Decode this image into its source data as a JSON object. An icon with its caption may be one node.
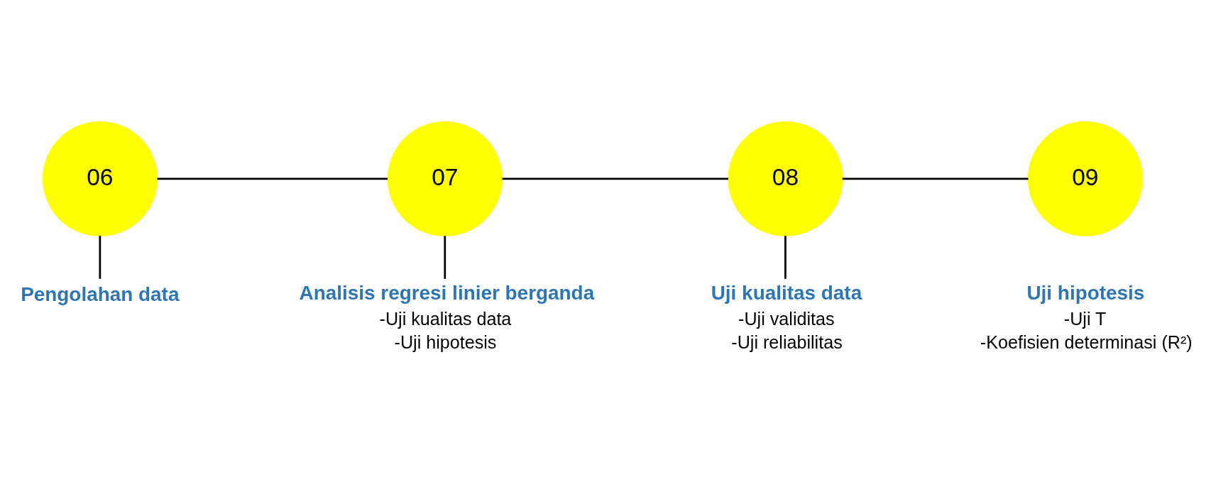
{
  "diagram": {
    "nodes": [
      {
        "text": [
          "06"
        ]
      },
      {
        "text": [
          "07"
        ]
      },
      {
        "text": [
          "08"
        ]
      },
      {
        "text": [
          "09"
        ],
        "beside": [
          "Uji hipotesis",
          "-Uji T",
          "-Koefisien determinasi (R²)"
        ]
      },
      {
        "text": [
          "Pengolahan data"
        ]
      },
      {
        "text": [
          "Analisis regresi linier berganda",
          "-Uji kualitas data",
          "-Uji hipotesis"
        ]
      },
      {
        "text": [
          "Uji kualitas data",
          "-Uji validitas",
          "-Uji reliabilitas"
        ]
      }
    ],
    "edges": [
      {
        "from": 0,
        "to": 1,
        "arrow": "none"
      },
      {
        "from": 1,
        "to": 2,
        "arrow": "none"
      },
      {
        "from": 2,
        "to": 3,
        "arrow": "none"
      },
      {
        "from": 0,
        "to": 4,
        "arrow": "none"
      },
      {
        "from": 1,
        "to": 5,
        "arrow": "none"
      },
      {
        "from": 2,
        "to": 6,
        "arrow": "none"
      }
    ]
  }
}
